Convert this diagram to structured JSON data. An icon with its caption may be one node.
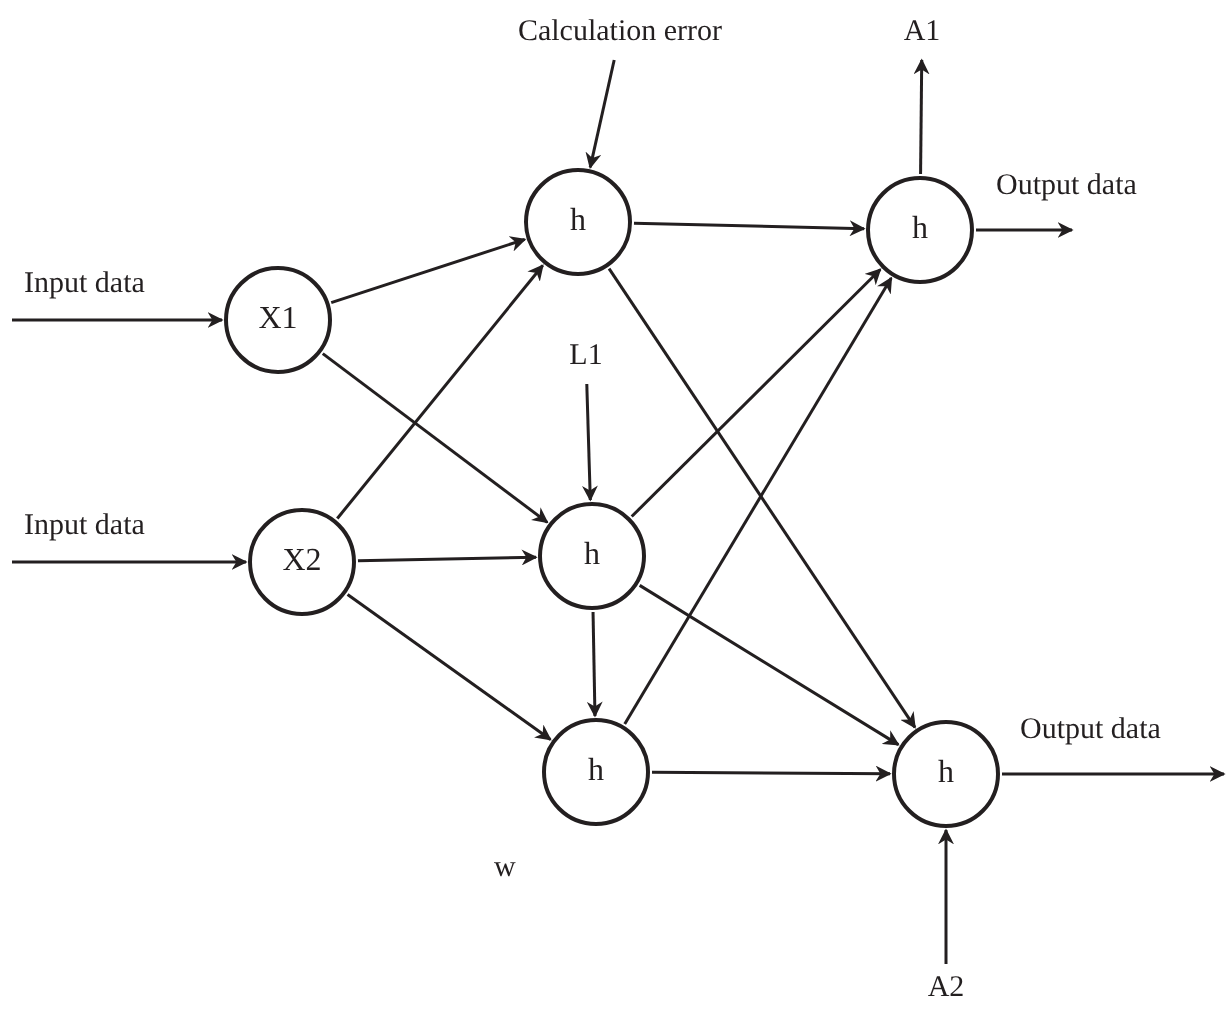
{
  "diagram": {
    "nodes": [
      {
        "text": [
          "Calculation error"
        ]
      },
      {
        "text": [
          "A1"
        ]
      },
      {
        "text": [
          "X1"
        ]
      },
      {
        "text": [
          "h"
        ]
      },
      {
        "text": [
          "h"
        ]
      },
      {
        "text": [
          "L1"
        ]
      },
      {
        "text": [
          "X2"
        ]
      },
      {
        "text": [
          "h"
        ]
      },
      {
        "text": [
          "h"
        ]
      },
      {
        "text": [
          "h"
        ]
      },
      {
        "text": [
          "A2"
        ]
      }
    ],
    "edges": [
      {
        "from": null,
        "to": 2,
        "arrow": "to",
        "label": "Input data"
      },
      {
        "from": null,
        "to": 6,
        "arrow": "to",
        "label": "Input data"
      },
      {
        "from": 0,
        "to": 3,
        "arrow": "to"
      },
      {
        "from": 2,
        "to": 3,
        "arrow": "to"
      },
      {
        "from": 2,
        "to": 7,
        "arrow": "to"
      },
      {
        "from": 6,
        "to": 3,
        "arrow": "to"
      },
      {
        "from": 6,
        "to": 7,
        "arrow": "to"
      },
      {
        "from": 6,
        "to": 8,
        "arrow": "to"
      },
      {
        "from": 5,
        "to": 7,
        "arrow": "to"
      },
      {
        "from": 7,
        "to": 8,
        "arrow": "to"
      },
      {
        "from": 3,
        "to": 4,
        "arrow": "to"
      },
      {
        "from": 3,
        "to": 9,
        "arrow": "to"
      },
      {
        "from": 7,
        "to": 4,
        "arrow": "to"
      },
      {
        "from": 7,
        "to": 9,
        "arrow": "to"
      },
      {
        "from": 8,
        "to": 4,
        "arrow": "to"
      },
      {
        "from": 8,
        "to": 9,
        "arrow": "to"
      },
      {
        "from": 4,
        "to": 1,
        "arrow": "to"
      },
      {
        "from": 4,
        "to": null,
        "arrow": "to",
        "label": "Output data"
      },
      {
        "from": 9,
        "to": null,
        "arrow": "to",
        "label": "Output data"
      },
      {
        "from": 10,
        "to": 9,
        "arrow": "to"
      }
    ],
    "labels": [
      "w"
    ]
  }
}
